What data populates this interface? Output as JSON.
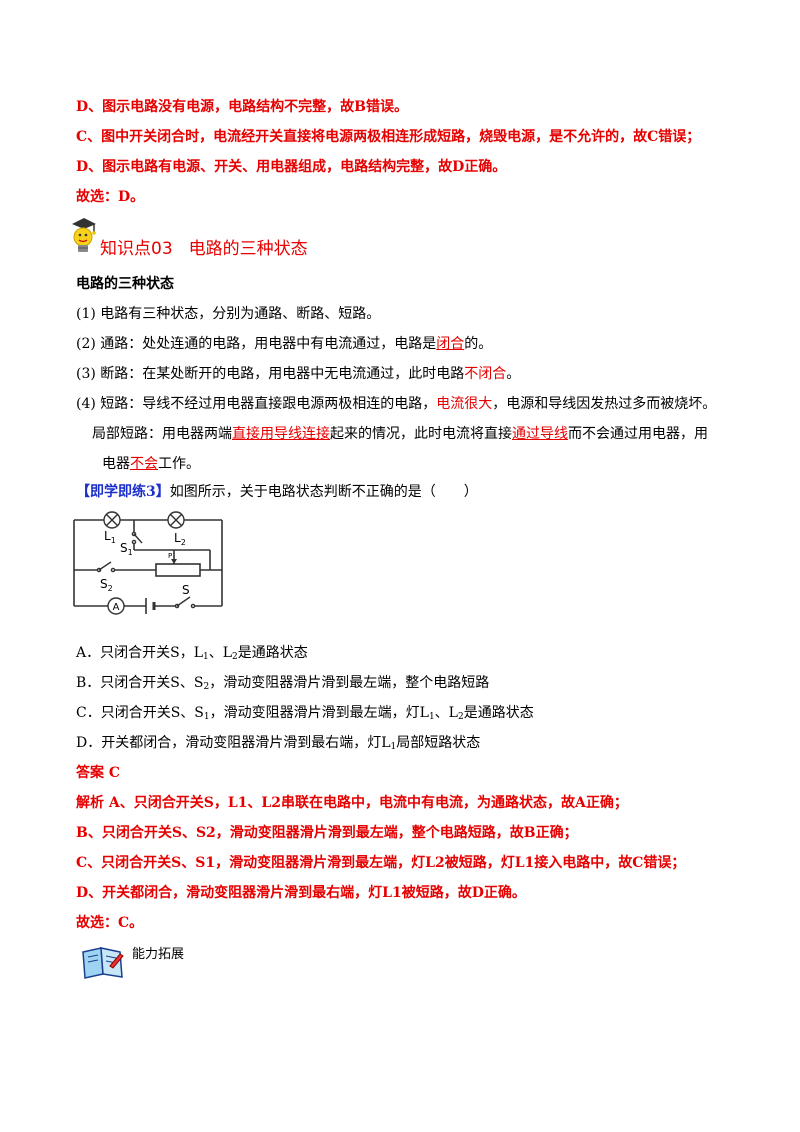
{
  "top": [
    "D、图示电路没有电源，电路结构不完整，故B错误。",
    "C、图中开关闭合时，电流经开关直接将电源两极相连形成短路，烧毁电源，是不允许的，故C错误；",
    "D、图示电路有电源、开关、用电器组成，电路结构完整，故D正确。",
    "故选：D。"
  ],
  "kp": {
    "code": "知识点03",
    "title": "电路的三种状态"
  },
  "section_title": "电路的三种状态",
  "points": {
    "p1": "(1)  电路有三种状态，分别为通路、断路、短路。",
    "p2a": "(2)  通路：处处连通的电路，用电器中有电流通过，电路是",
    "p2b": "闭合",
    "p2c": "的。",
    "p3a": "(3)  断路：在某处断开的电路，用电器中无电流通过，此时电路",
    "p3b": "不闭合",
    "p3c": "。",
    "p4a": "(4)  短路：导线不经过用电器直接跟电源两极相连的电路，",
    "p4b": "电流很大",
    "p4c": "，电源和导线因发热过多而被烧坏。",
    "p5a": "局部短路：用电器两端",
    "p5b": "直接用导线连接",
    "p5c": "起来的情况，此时电流将直接",
    "p5d": "通过导线",
    "p5e": "而不会通过用电器，用",
    "p6a": "电器",
    "p6b": "不会",
    "p6c": "工作。"
  },
  "exercise": {
    "tag": "【即学即练3】",
    "question": "如图所示，关于电路状态判断不正确的是（　　）"
  },
  "circuit": {
    "l1": "L",
    "l1sub": "1",
    "l2": "L",
    "l2sub": "2",
    "s1": "S",
    "s1sub": "1",
    "s2": "S",
    "s2sub": "2",
    "s": "S",
    "p": "P",
    "ammeter": "A"
  },
  "options": {
    "A": {
      "a": "A．只闭合开关S，L",
      "b": "1",
      "c": "、L",
      "d": "2",
      "e": "是通路状态"
    },
    "B": {
      "a": "B．只闭合开关S、S",
      "b": "2",
      "c": "，滑动变阻器滑片滑到最左端，整个电路短路"
    },
    "C": {
      "a": "C．只闭合开关S、S",
      "b": "1",
      "c": "，滑动变阻器滑片滑到最左端，灯L",
      "d": "1",
      "e": "、L",
      "f": "2",
      "g": "是通路状态"
    },
    "D": {
      "a": "D．开关都闭合，滑动变阻器滑片滑到最右端，灯L",
      "b": "1",
      "c": "局部短路状态"
    }
  },
  "answer": "答案  C",
  "analysis": [
    "解析  A、只闭合开关S，L1、L2串联在电路中，电流中有电流，为通路状态，故A正确；",
    "B、只闭合开关S、S2，滑动变阻器滑片滑到最左端，整个电路短路，故B正确；",
    "C、只闭合开关S、S1，滑动变阻器滑片滑到最左端，灯L2被短路，灯L1接入电路中，故C错误；",
    "D、开关都闭合，滑动变阻器滑片滑到最右端，灯L1被短路，故D正确。"
  ],
  "final": "故选：C。",
  "ability": "能力拓展"
}
